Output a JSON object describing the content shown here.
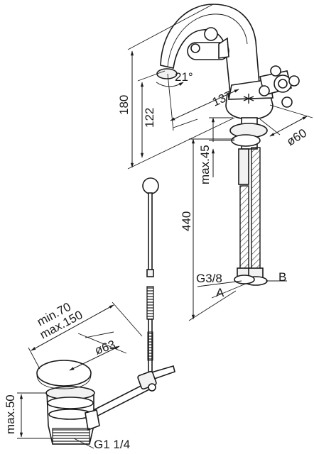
{
  "drawing": {
    "dimensions": {
      "spout_angle": "21°",
      "spout_reach": "137",
      "height_spout": "122",
      "height_total": "180",
      "base_diameter": "ø60",
      "deck_thickness": "max.45",
      "hose_length": "440",
      "connection": "G3/8",
      "hose_a": "A",
      "hose_b": "B",
      "rod_min": "min.70",
      "rod_max": "max.150",
      "drain_diameter": "ø63",
      "drain_height": "max.50",
      "drain_thread": "G1 1/4"
    }
  }
}
